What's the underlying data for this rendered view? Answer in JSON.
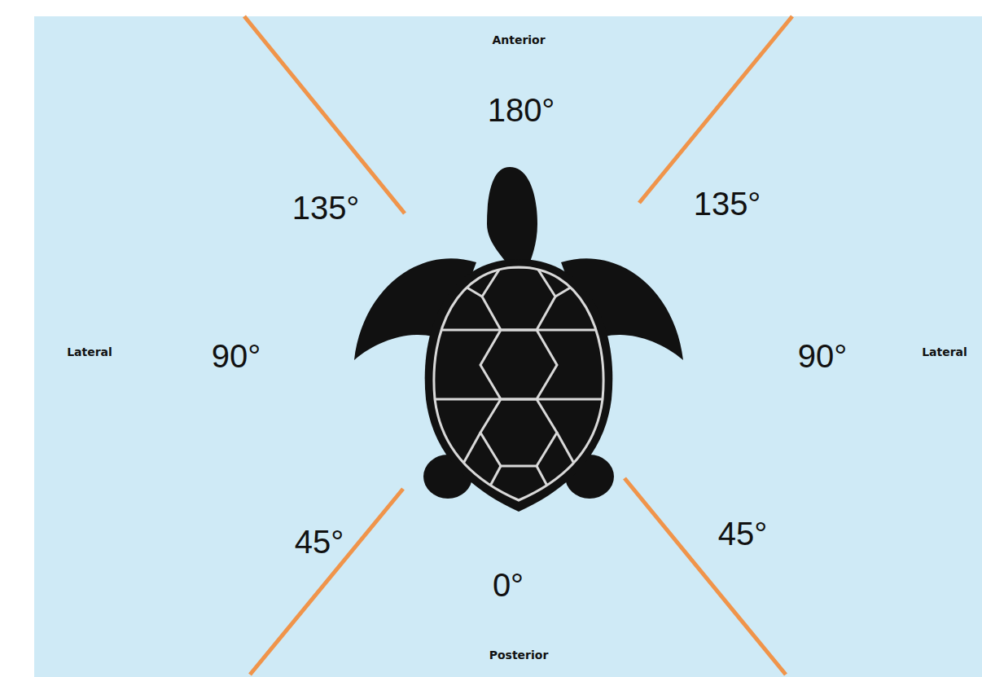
{
  "diagram": {
    "labels": [
      "Anterior",
      "180°",
      "135°",
      "135°",
      "Lateral",
      "90°",
      "90°",
      "Lateral",
      "45°",
      "45°",
      "0°",
      "Posterior"
    ]
  }
}
